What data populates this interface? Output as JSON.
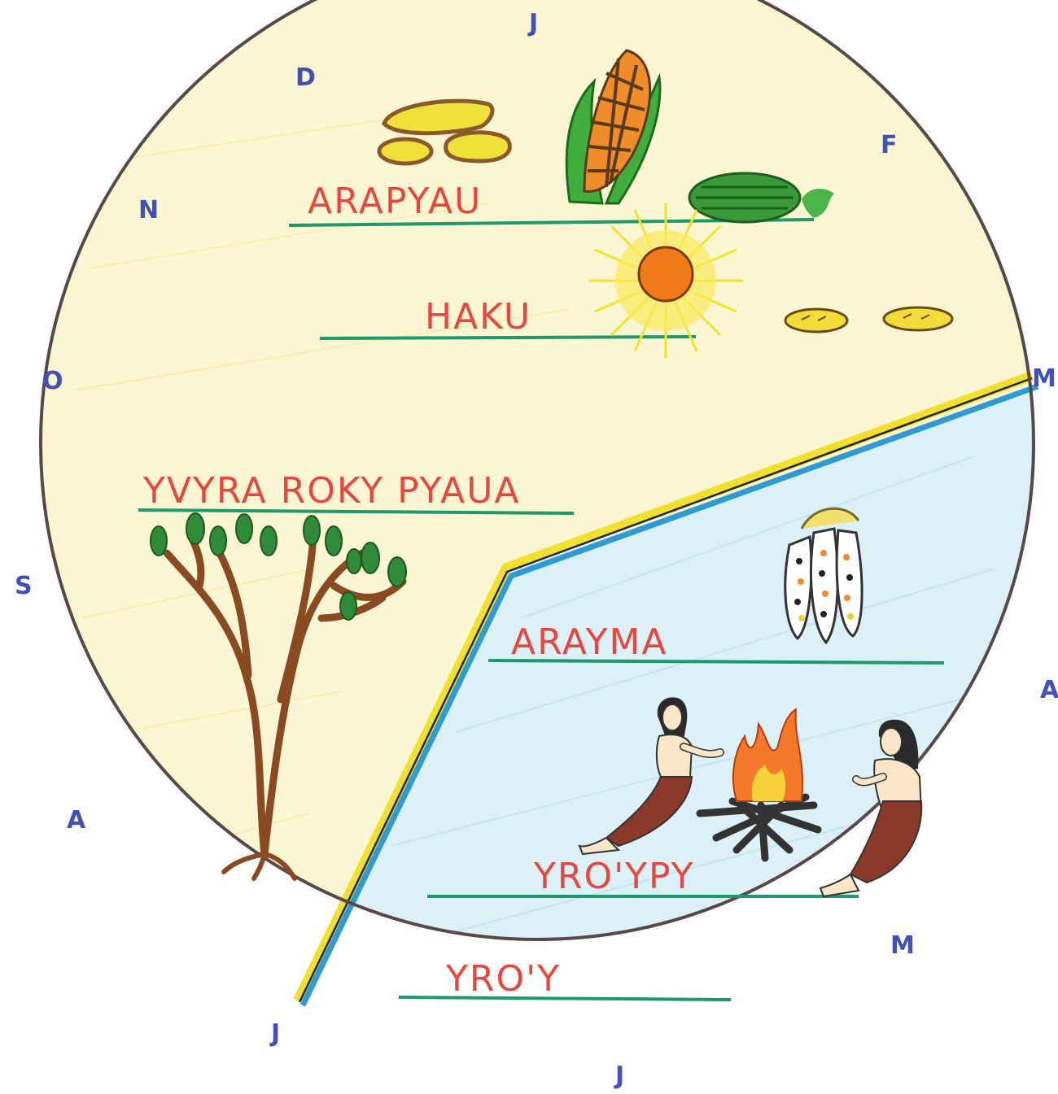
{
  "colors": {
    "outline": "#5a4848",
    "warm_half": "#fdf6d2",
    "cool_half": "#dcf0f7",
    "divider_yellow": "#f2e12b",
    "divider_blue": "#2e9bd6",
    "underline": "#1e9a6a",
    "label_red": "#e8473f",
    "month_blue": "#4250b8"
  },
  "months": {
    "top": "J",
    "d": "D",
    "f": "F",
    "n": "N",
    "o": "O",
    "m_right": "M",
    "s": "S",
    "a_right": "A",
    "a_left": "A",
    "m_lower": "M",
    "j_left": "J",
    "j_bottom": "J"
  },
  "seasons": {
    "arapyau": "ARAPYAU",
    "haku": "HAKU",
    "yvyra": "YVYRA ROKY  PYAUA",
    "arayma": "ARAYMA",
    "yroypy": "YRO'YPY",
    "yroy": "YRO'Y"
  },
  "icons": {
    "potatoes": "sweet-potato-icon",
    "corn": "corn-cob-icon",
    "watermelon": "watermelon-icon",
    "sun": "sun-icon",
    "bread": "bread-loaf-icon",
    "tree": "budding-tree-icon",
    "dried_corn": "dried-corn-icon",
    "fire": "campfire-icon",
    "person": "person-icon"
  }
}
